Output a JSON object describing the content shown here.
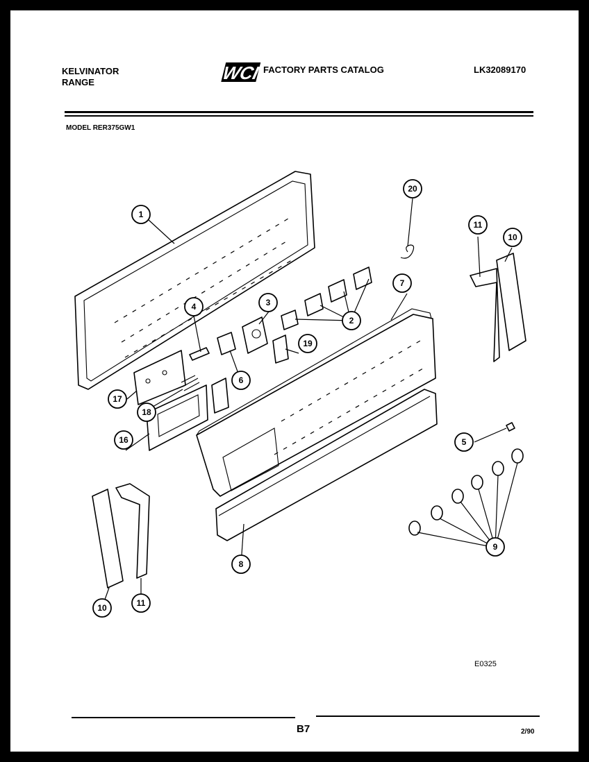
{
  "header": {
    "brand": "KELVINATOR",
    "product": "RANGE",
    "logo_text": "WCI",
    "catalog_title": "FACTORY PARTS CATALOG",
    "catalog_number": "LK32089170"
  },
  "model_line": "MODEL RER375GW1",
  "figure_code": "E0325",
  "footer": {
    "page_number": "B7",
    "date": "2/90"
  },
  "callouts": [
    "1",
    "2",
    "3",
    "4",
    "5",
    "6",
    "7",
    "8",
    "9",
    "10",
    "10",
    "11",
    "11",
    "16",
    "17",
    "18",
    "19",
    "20"
  ]
}
